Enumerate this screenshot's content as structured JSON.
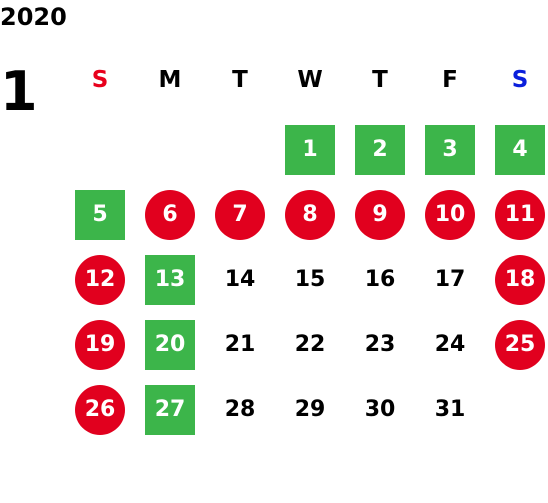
{
  "header": {
    "year": "2020",
    "month": "1"
  },
  "colors": {
    "sunday": "#e8001c",
    "saturday": "#0a1fdc",
    "weekday": "#000000",
    "green_fill": "#3cb54a",
    "red_fill": "#e1001e"
  },
  "weekdays": [
    {
      "label": "S",
      "color": "sunday"
    },
    {
      "label": "M",
      "color": "weekday"
    },
    {
      "label": "T",
      "color": "weekday"
    },
    {
      "label": "W",
      "color": "weekday"
    },
    {
      "label": "T",
      "color": "weekday"
    },
    {
      "label": "F",
      "color": "weekday"
    },
    {
      "label": "S",
      "color": "saturday"
    }
  ],
  "weeks": [
    [
      null,
      null,
      null,
      {
        "day": "1",
        "style": "green"
      },
      {
        "day": "2",
        "style": "green"
      },
      {
        "day": "3",
        "style": "green"
      },
      {
        "day": "4",
        "style": "green"
      }
    ],
    [
      {
        "day": "5",
        "style": "green"
      },
      {
        "day": "6",
        "style": "red"
      },
      {
        "day": "7",
        "style": "red"
      },
      {
        "day": "8",
        "style": "red"
      },
      {
        "day": "9",
        "style": "red"
      },
      {
        "day": "10",
        "style": "red"
      },
      {
        "day": "11",
        "style": "red"
      }
    ],
    [
      {
        "day": "12",
        "style": "red"
      },
      {
        "day": "13",
        "style": "green"
      },
      {
        "day": "14",
        "style": "plain"
      },
      {
        "day": "15",
        "style": "plain"
      },
      {
        "day": "16",
        "style": "plain"
      },
      {
        "day": "17",
        "style": "plain"
      },
      {
        "day": "18",
        "style": "red"
      }
    ],
    [
      {
        "day": "19",
        "style": "red"
      },
      {
        "day": "20",
        "style": "green"
      },
      {
        "day": "21",
        "style": "plain"
      },
      {
        "day": "22",
        "style": "plain"
      },
      {
        "day": "23",
        "style": "plain"
      },
      {
        "day": "24",
        "style": "plain"
      },
      {
        "day": "25",
        "style": "red"
      }
    ],
    [
      {
        "day": "26",
        "style": "red"
      },
      {
        "day": "27",
        "style": "green"
      },
      {
        "day": "28",
        "style": "plain"
      },
      {
        "day": "29",
        "style": "plain"
      },
      {
        "day": "30",
        "style": "plain"
      },
      {
        "day": "31",
        "style": "plain"
      },
      null
    ]
  ]
}
